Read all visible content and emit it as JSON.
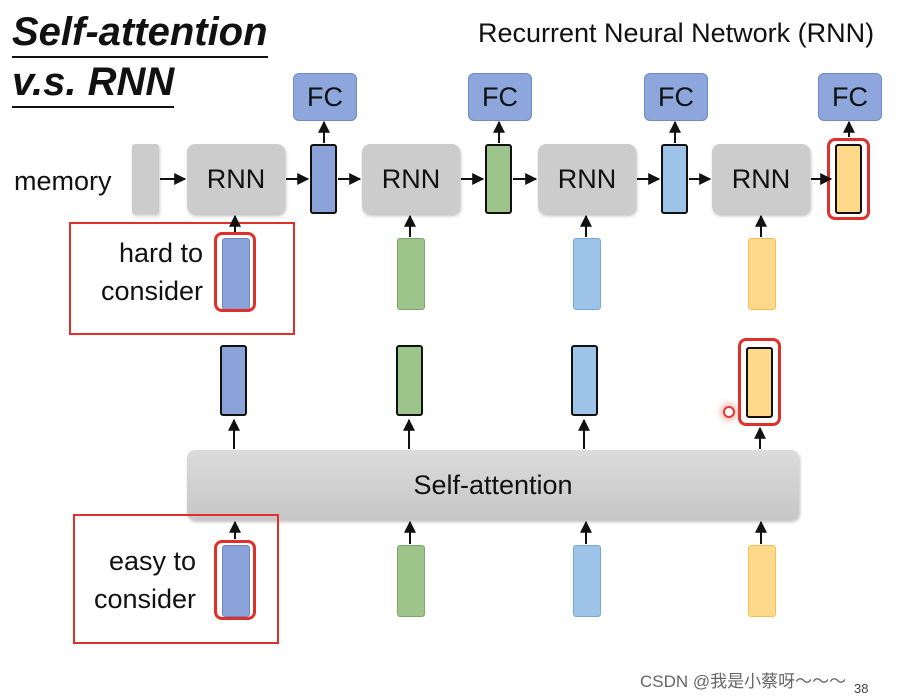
{
  "title": {
    "line1": "Self-attention",
    "line2": "v.s. RNN"
  },
  "rnn_heading": "Recurrent Neural Network (RNN)",
  "memory_label": "memory",
  "rnn_label": "RNN",
  "fc_label": "FC",
  "hard_label": {
    "line1": "hard to",
    "line2": "consider"
  },
  "easy_label": {
    "line1": "easy to",
    "line2": "consider"
  },
  "self_attention_label": "Self-attention",
  "watermark": "CSDN @我是小蔡呀～～～",
  "page_number": "38",
  "colors": {
    "blue": "#8ca3d9",
    "green": "#9dc48a",
    "light_blue": "#9ec3e8",
    "yellow": "#ffd98a",
    "highlight_red": "#e0302a",
    "box_gray": "#cccccc"
  }
}
